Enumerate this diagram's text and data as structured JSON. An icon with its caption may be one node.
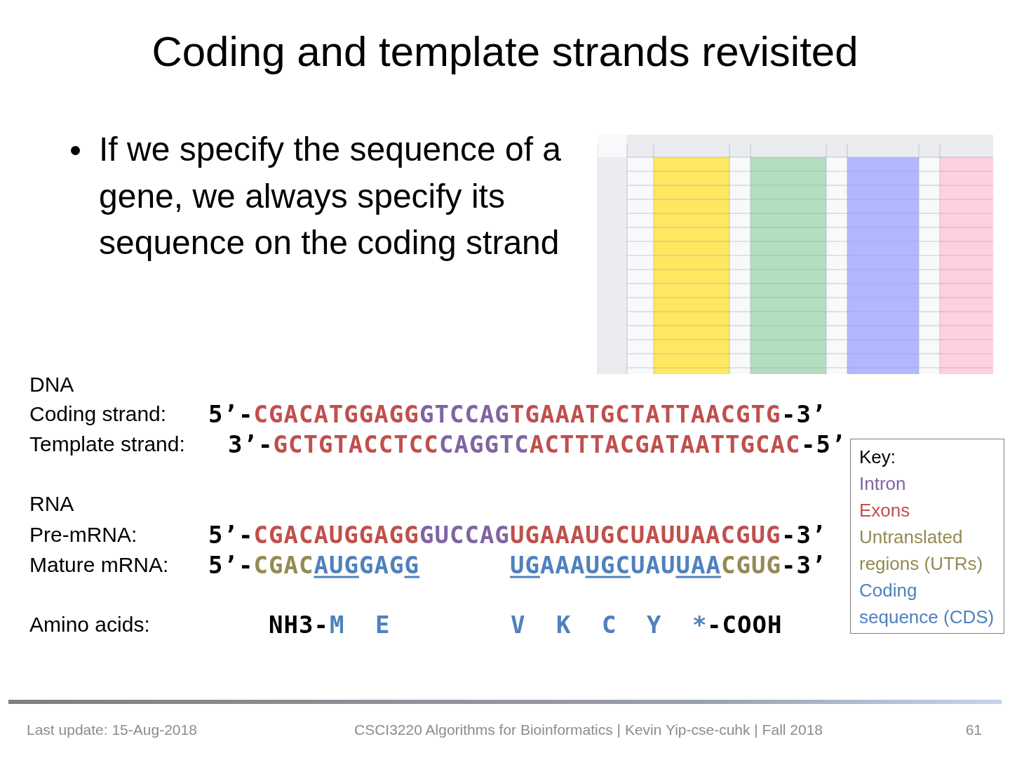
{
  "diagram": {
    "title": "Coding and template strands revisited",
    "nodes": [
      {
        "text": [],
        "shape": "picture"
      }
    ],
    "labels": [
      "If we specify the sequence of a gene, we always specify its sequence on the coding strand",
      "DNA",
      "Coding strand:",
      "5’-",
      "CGACATGGAGG",
      "GTCCAG",
      "TGAAATGCTATTAACGTG",
      "-3’",
      "Template strand:",
      "3’-",
      "GCTGTACCTCC",
      "CAGGTC",
      "ACTTTACGATAATTGCAC",
      "-5’",
      "RNA",
      "Pre-mRNA:",
      "5’-",
      "CGACAUGGAGG",
      "GUCCAG",
      "UGAAAUGCUAUUAACGUG",
      "-3’",
      "Mature mRNA:",
      "5’-",
      "CGAC",
      "AUG",
      "GAG",
      "G",
      "UG",
      "AAA",
      "UGC",
      "UAU",
      "UAA",
      "CGUG",
      "-3’",
      "Amino acids:",
      "NH3-",
      "M",
      "E",
      "V",
      "K",
      "C",
      "Y",
      "*",
      "-COOH",
      "Key:",
      "Last update: 15-Aug-2018",
      "CSCI3220 Algorithms for Bioinformatics |  Kevin Yip-cse-cuhk | Fall 2018",
      "61"
    ],
    "legend": [
      {
        "text": "Intron",
        "color": "#8064a2"
      },
      {
        "text": "Exons",
        "color": "#c0504d"
      },
      {
        "text": "Untranslated regions (UTRs)",
        "color": "#948a54"
      },
      {
        "text": "Coding sequence (CDS)",
        "color": "#4f81bd"
      }
    ]
  }
}
